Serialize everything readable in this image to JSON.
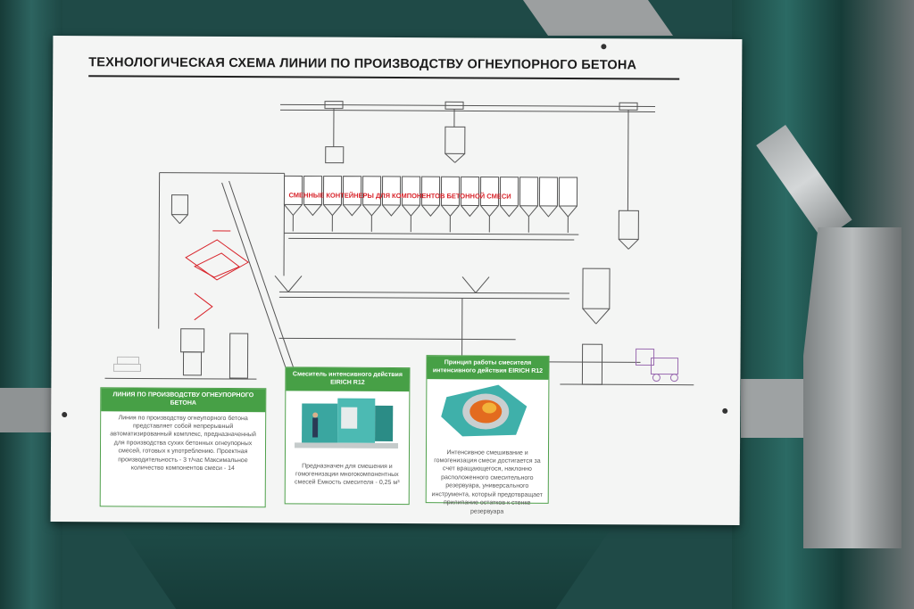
{
  "poster": {
    "title": "ТЕХНОЛОГИЧЕСКАЯ СХЕМА ЛИНИИ ПО ПРОИЗВОДСТВУ ОГНЕУПОРНОГО БЕТОНА",
    "containers_label": "СМЕННЫЕ КОНТЕЙНЕРЫ ДЛЯ КОМПОНЕНТОВ БЕТОННОЙ СМЕСИ",
    "cards": [
      {
        "title": "ЛИНИЯ ПО ПРОИЗВОДСТВУ ОГНЕУПОРНОГО БЕТОНА",
        "body": "Линия по производству огнеупорного бетона представляет собой непрерывный автоматизированный комплекс, предназначенный для производства сухих бетонных огнеупорных смесей, готовых к употреблению. Проектная производительность - 3 т/час Максимальное количество компонентов смеси - 14"
      },
      {
        "title": "Смеситель интенсивного действия EIRICH R12",
        "body": "Предназначен для смешения и гомогенизации многокомпонентных смесей Емкость смесителя - 0,25 м³"
      },
      {
        "title": "Принцип работы смесителя интенсивного действия EIRICH R12",
        "body": "Интенсивное смешивание и гомогенизация смеси достигается за счет вращающегося, наклонно расположенного смесительного резервуара, универсального инструмента, который предотвращает прилипание остатков к стенке резервуара"
      }
    ]
  },
  "colors": {
    "card_green": "#47a046",
    "diagram_red": "#d8232a",
    "diagram_line": "#555555"
  }
}
